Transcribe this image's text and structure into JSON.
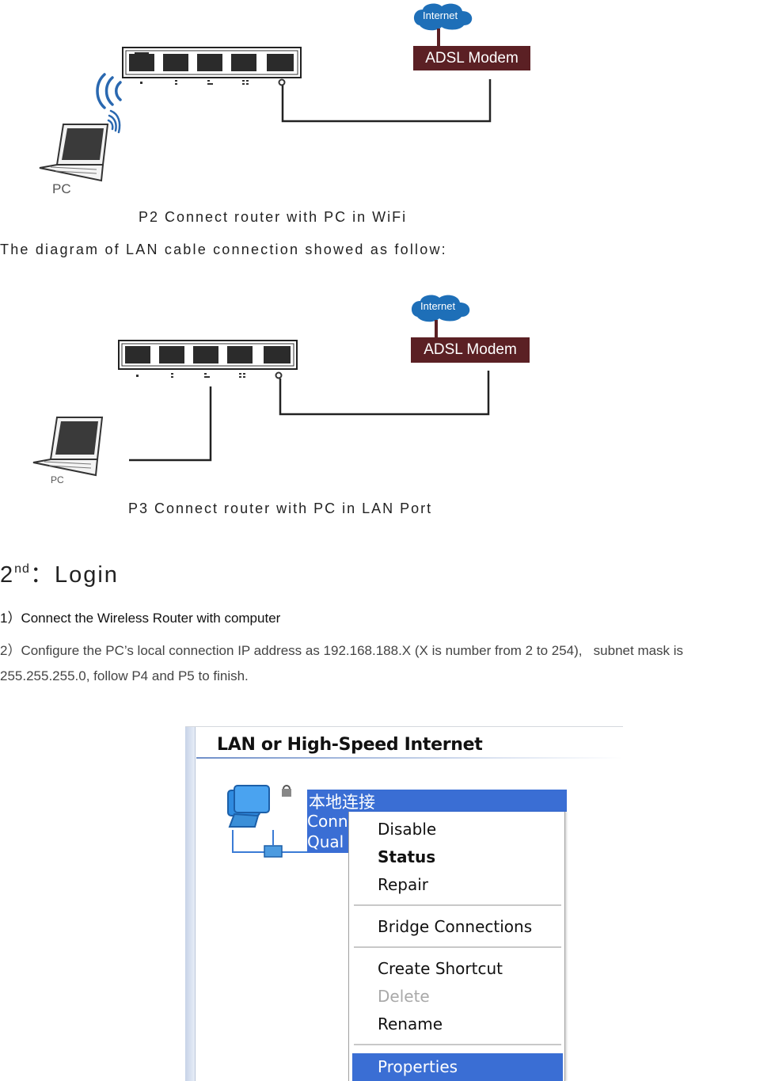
{
  "diagram_p2": {
    "cloud_label": "Internet",
    "modem_label": "ADSL Modem",
    "pc_label": "PC",
    "caption": "P2 Connect router with PC in WiFi"
  },
  "intro_text": "The diagram of LAN cable connection showed as follow:",
  "diagram_p3": {
    "cloud_label": "Internet",
    "modem_label": "ADSL Modem",
    "pc_label": "PC",
    "caption": "P3 Connect router with PC in LAN Port"
  },
  "heading": {
    "number": "2",
    "suffix": "nd",
    "separator": "：",
    "title": "Login"
  },
  "steps": {
    "step1": "1）Connect the Wireless Router with computer",
    "step2_line1": "2）Configure the PC’s local connection IP address as 192.168.188.X (X is number from 2 to 254),   subnet mask is",
    "step2_line2": "255.255.255.0, follow P4 and P5 to finish."
  },
  "screenshot": {
    "section_title": "LAN or High-Speed Internet",
    "connection_name": "本地连接",
    "connection_sub1": "Conn",
    "connection_sub2": "Qual",
    "menu_items": {
      "disable": "Disable",
      "status": "Status",
      "repair": "Repair",
      "bridge": "Bridge Connections",
      "create_shortcut": "Create Shortcut",
      "delete": "Delete",
      "rename": "Rename",
      "properties": "Properties"
    }
  },
  "colors": {
    "modem_bg": "#5b2024",
    "cloud": "#1e6fb8",
    "wifi": "#2a68b0",
    "selection": "#3a6ed4"
  }
}
